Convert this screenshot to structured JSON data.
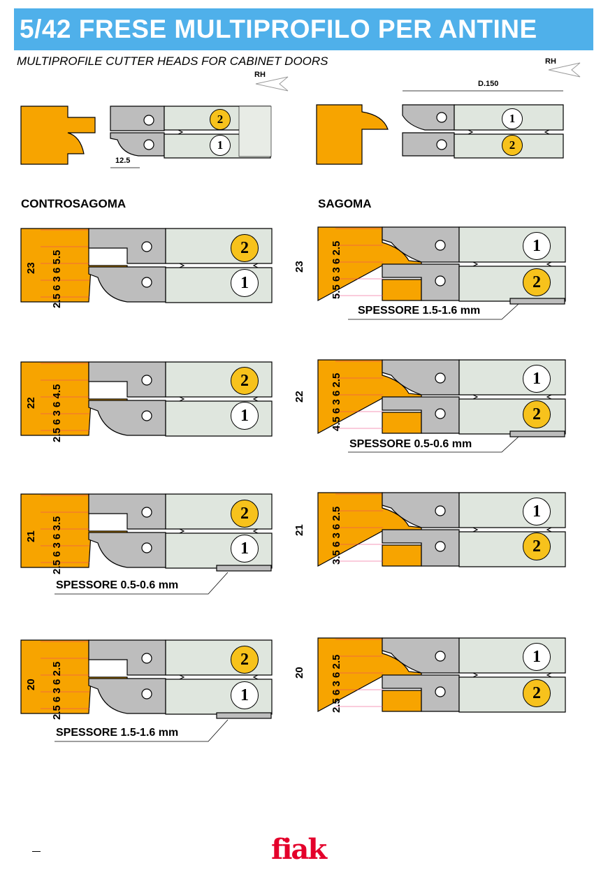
{
  "title": "5/42 FRESE MULTIPROFILO PER ANTINE",
  "subtitle": "MULTIPROFILE CUTTER HEADS FOR CABINET DOORS",
  "overview": {
    "left": {
      "rh": "RH",
      "dim": "12.5",
      "top_badge": "2",
      "bottom_badge": "1"
    },
    "right": {
      "rh": "RH",
      "dim": "D.150",
      "top_badge": "1",
      "bottom_badge": "2"
    }
  },
  "left_title": "CONTROSAGOMA",
  "right_title": "SAGOMA",
  "contro": [
    {
      "height": "23",
      "dims": "2.5 6 3 6 5.5",
      "top_badge": "2",
      "bottom_badge": "1",
      "spessore": ""
    },
    {
      "height": "22",
      "dims": "2.5 6 3 6 4.5",
      "top_badge": "2",
      "bottom_badge": "1",
      "spessore": ""
    },
    {
      "height": "21",
      "dims": "2.5 6 3 6 3.5",
      "top_badge": "2",
      "bottom_badge": "1",
      "spessore": "SPESSORE 0.5-0.6 mm"
    },
    {
      "height": "20",
      "dims": "2.5 6 3 6 2.5",
      "top_badge": "2",
      "bottom_badge": "1",
      "spessore": "SPESSORE 1.5-1.6 mm"
    }
  ],
  "sagoma": [
    {
      "height": "23",
      "dims": "5.5 6 3 6 2.5",
      "top_badge": "1",
      "bottom_badge": "2",
      "spessore": "SPESSORE 1.5-1.6 mm"
    },
    {
      "height": "22",
      "dims": "4.5 6 3 6 2.5",
      "top_badge": "1",
      "bottom_badge": "2",
      "spessore": "SPESSORE 0.5-0.6 mm"
    },
    {
      "height": "21",
      "dims": "3.5 6 3 6 2.5",
      "top_badge": "1",
      "bottom_badge": "2",
      "spessore": ""
    },
    {
      "height": "20",
      "dims": "2.5 6 3 6 2.5",
      "top_badge": "1",
      "bottom_badge": "2",
      "spessore": ""
    }
  ],
  "logo": "fiak",
  "colors": {
    "header": "#4fb0ea",
    "wood": "#f7a400",
    "steel": "#bdbdbd",
    "arbor": "#dfe6de",
    "badge_yellow": "#f7c21c",
    "logo": "#e4002b"
  }
}
